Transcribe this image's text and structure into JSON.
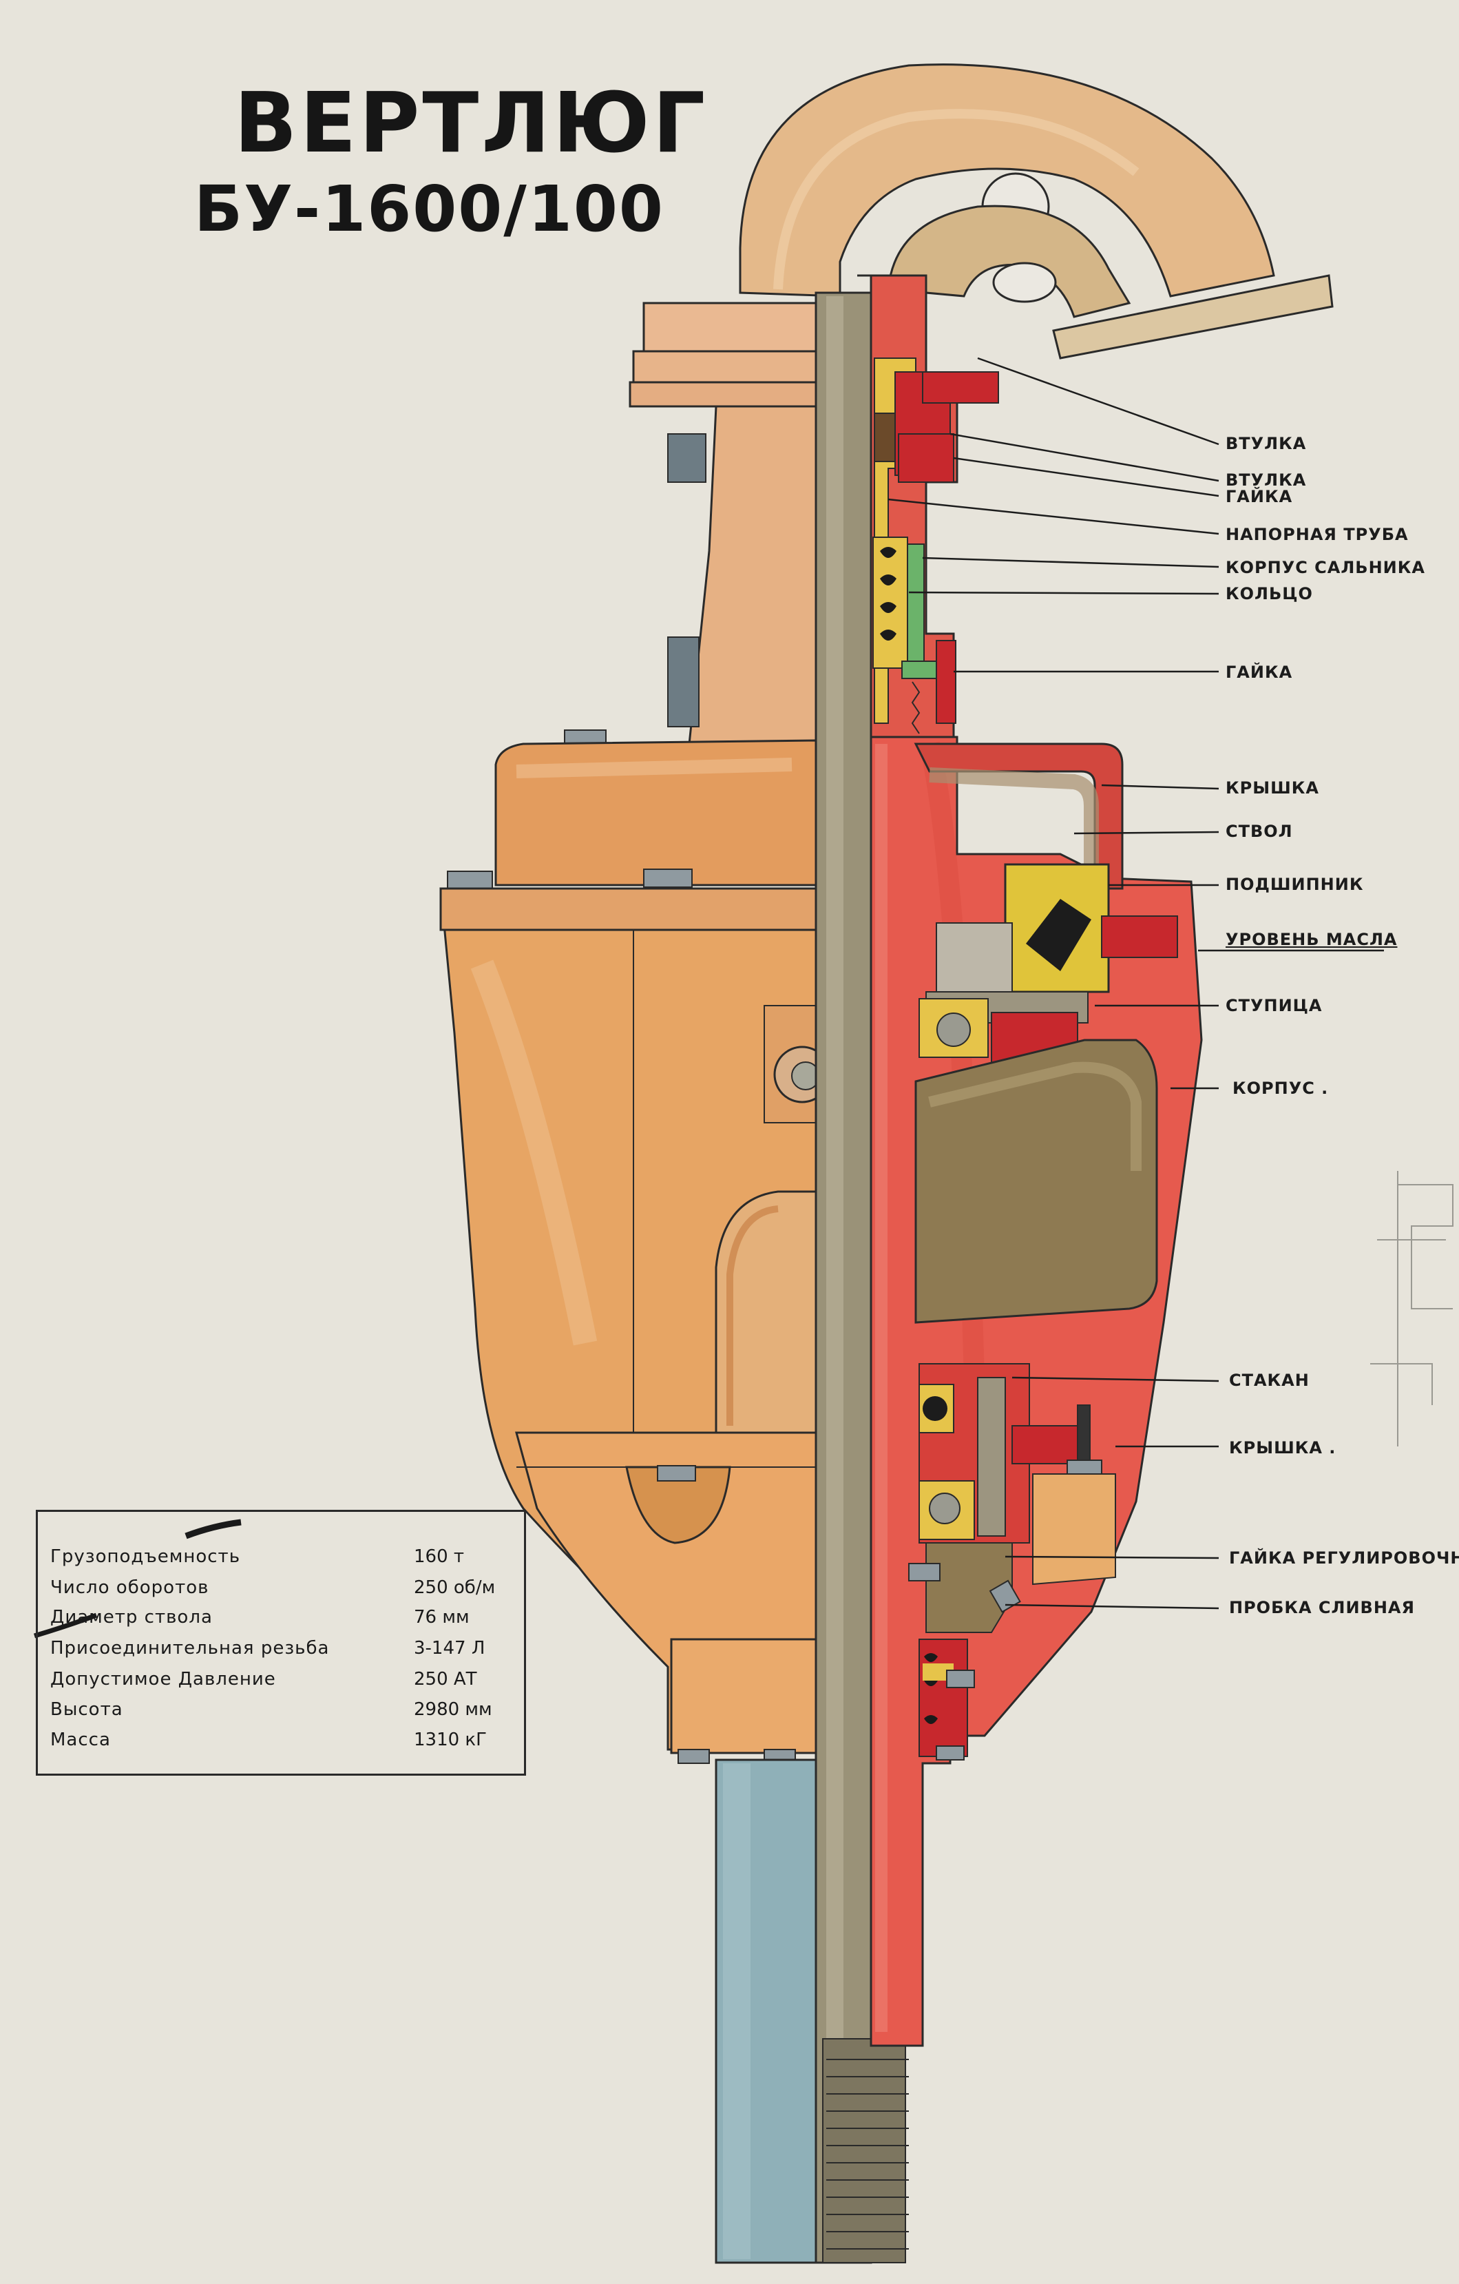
{
  "title": "ВЕРТЛЮГ",
  "subtitle": "БУ-1600/100",
  "callouts": [
    {
      "key": "vtulka1",
      "label": "ВТУЛКА"
    },
    {
      "key": "vtulka2",
      "label": "ВТУЛКА"
    },
    {
      "key": "gaika1",
      "label": "ГАЙКА"
    },
    {
      "key": "napornaya",
      "label": "НАПОРНАЯ ТРУБА"
    },
    {
      "key": "korpus_salnika",
      "label": "КОРПУС САЛЬНИКА"
    },
    {
      "key": "koltso",
      "label": "КОЛЬЦО"
    },
    {
      "key": "gaika2",
      "label": "ГАЙКА"
    },
    {
      "key": "kryshka1",
      "label": "КРЫШКА"
    },
    {
      "key": "stvol",
      "label": "СТВОЛ"
    },
    {
      "key": "podshipnik",
      "label": "ПОДШИПНИК"
    },
    {
      "key": "uroven",
      "label": "УРОВЕНЬ МАСЛА"
    },
    {
      "key": "stupitsa",
      "label": "СТУПИЦА"
    },
    {
      "key": "korpus",
      "label": "КОРПУС ."
    },
    {
      "key": "stakan",
      "label": "СТАКАН"
    },
    {
      "key": "kryshka2",
      "label": "КРЫШКА ."
    },
    {
      "key": "gaika_reg",
      "label": "ГАЙКА РЕГУЛИРОВОЧНАЯ"
    },
    {
      "key": "probka",
      "label": "ПРОБКА СЛИВНАЯ"
    }
  ],
  "specs": [
    {
      "label": "Грузоподъемность",
      "value": "160 т"
    },
    {
      "label": "Число оборотов",
      "value": "250 об/м"
    },
    {
      "label": "Диаметр ствола",
      "value": "76 мм"
    },
    {
      "label": "Присоединительная резьба",
      "value": "3-147 Л"
    },
    {
      "label": "Допустимое Давление",
      "value": "250 АТ"
    },
    {
      "label": "Высота",
      "value": "2980 мм"
    },
    {
      "label": "Масса",
      "value": "1310 кГ"
    }
  ],
  "colors": {
    "paper": "#ebe8e1",
    "body_orange": "#e7b07a",
    "body_orange_dark": "#d48a48",
    "section_red": "#e0574a",
    "section_red_dark": "#b8222a",
    "pipe": "#9a9278",
    "cavity": "#8e7a52",
    "sub_blue": "#86a9b4",
    "yellow": "#e6c44a",
    "green": "#6bb36a",
    "ink": "#1a1a1a"
  }
}
